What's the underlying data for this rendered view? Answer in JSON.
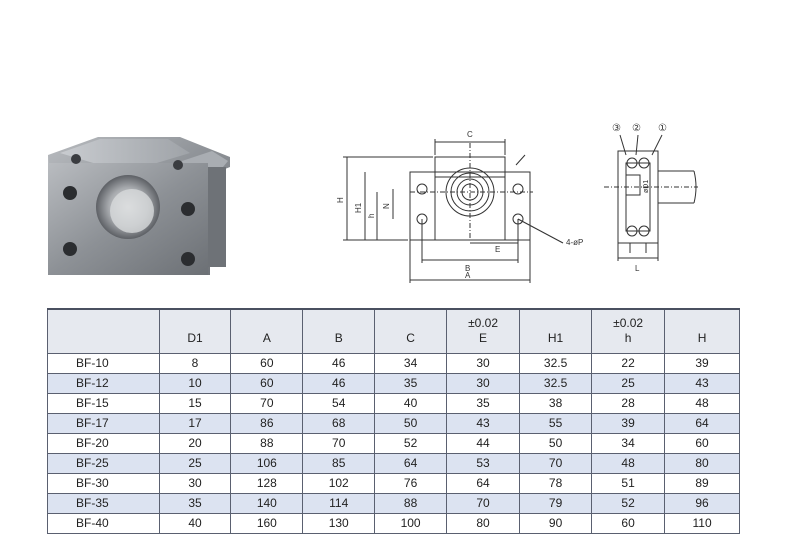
{
  "drawing": {
    "dim_c": "C",
    "dim_h_big": "H",
    "dim_h1": "H1",
    "dim_h_small": "h",
    "dim_n": "N",
    "dim_e": "E",
    "dim_b": "B",
    "dim_a": "A",
    "hole_callout": "4-øP",
    "side_part_1": "①",
    "side_part_2": "②",
    "side_part_3": "③",
    "side_d1": "øD1",
    "side_l": "L"
  },
  "table": {
    "headers": [
      {
        "top": "",
        "bottom": ""
      },
      {
        "top": "",
        "bottom": "D1"
      },
      {
        "top": "",
        "bottom": "A"
      },
      {
        "top": "",
        "bottom": "B"
      },
      {
        "top": "",
        "bottom": "C"
      },
      {
        "top": "±0.02",
        "bottom": "E"
      },
      {
        "top": "",
        "bottom": "H1"
      },
      {
        "top": "±0.02",
        "bottom": "h"
      },
      {
        "top": "",
        "bottom": "H"
      }
    ],
    "rows": [
      [
        "BF-10",
        "8",
        "60",
        "46",
        "34",
        "30",
        "32.5",
        "22",
        "39"
      ],
      [
        "BF-12",
        "10",
        "60",
        "46",
        "35",
        "30",
        "32.5",
        "25",
        "43"
      ],
      [
        "BF-15",
        "15",
        "70",
        "54",
        "40",
        "35",
        "38",
        "28",
        "48"
      ],
      [
        "BF-17",
        "17",
        "86",
        "68",
        "50",
        "43",
        "55",
        "39",
        "64"
      ],
      [
        "BF-20",
        "20",
        "88",
        "70",
        "52",
        "44",
        "50",
        "34",
        "60"
      ],
      [
        "BF-25",
        "25",
        "106",
        "85",
        "64",
        "53",
        "70",
        "48",
        "80"
      ],
      [
        "BF-30",
        "30",
        "128",
        "102",
        "76",
        "64",
        "78",
        "51",
        "89"
      ],
      [
        "BF-35",
        "35",
        "140",
        "114",
        "88",
        "70",
        "79",
        "52",
        "96"
      ],
      [
        "BF-40",
        "40",
        "160",
        "130",
        "100",
        "80",
        "90",
        "60",
        "110"
      ]
    ]
  }
}
